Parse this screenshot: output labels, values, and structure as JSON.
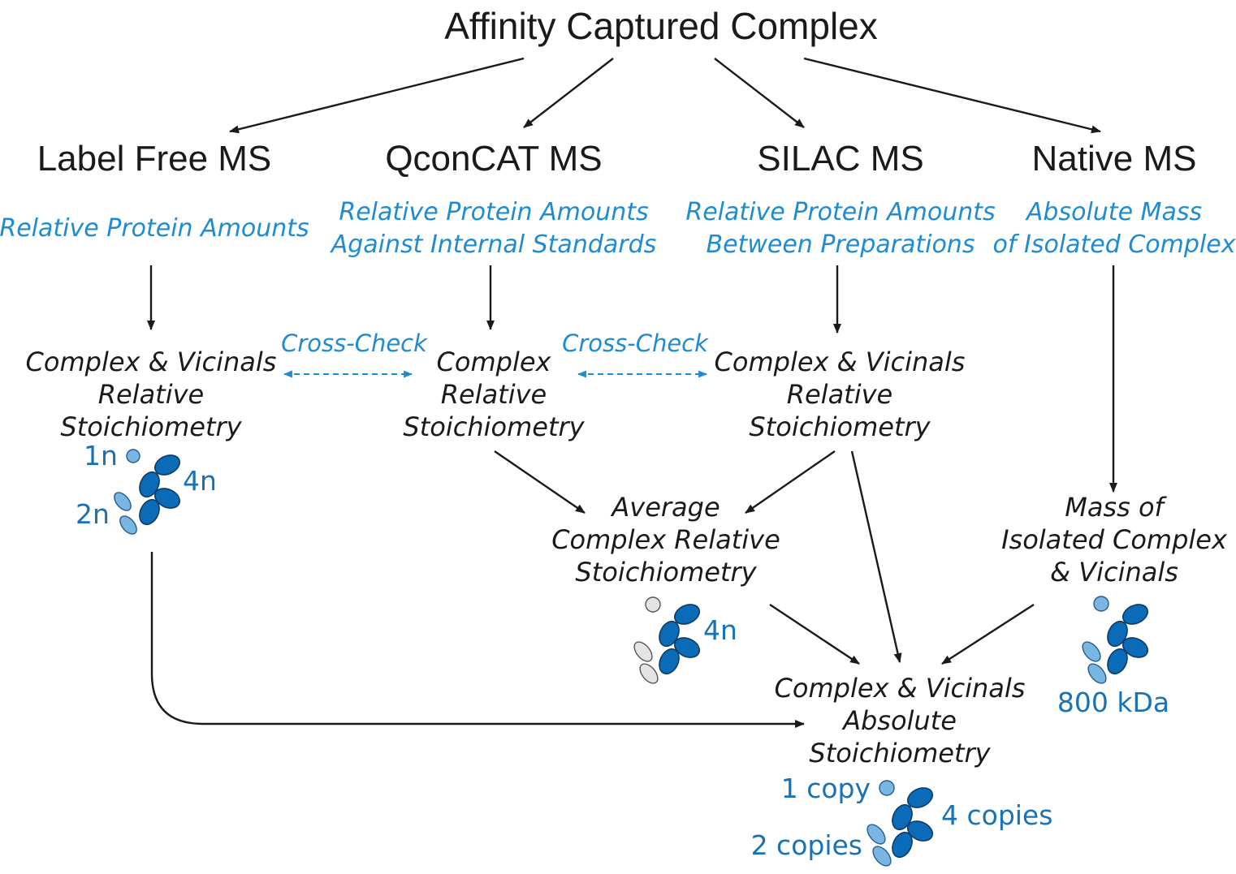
{
  "title": "Affinity Captured Complex",
  "methods": [
    {
      "name": "Label Free MS",
      "desc": [
        "Relative Protein Amounts"
      ]
    },
    {
      "name": "QconCAT MS",
      "desc": [
        "Relative Protein Amounts",
        "Against Internal Standards"
      ]
    },
    {
      "name": "SILAC MS",
      "desc": [
        "Relative Protein Amounts",
        "Between Preparations"
      ]
    },
    {
      "name": "Native MS",
      "desc": [
        "Absolute Mass",
        "of Isolated Complex"
      ]
    }
  ],
  "results": {
    "label_free": [
      "Complex & Vicinals",
      "Relative",
      "Stoichiometry"
    ],
    "qconcat": [
      "Complex",
      "Relative",
      "Stoichiometry"
    ],
    "silac": [
      "Complex & Vicinals",
      "Relative",
      "Stoichiometry"
    ],
    "native": [
      "Mass of",
      "Isolated Complex",
      "& Vicinals"
    ],
    "average": [
      "Average",
      "Complex Relative",
      "Stoichiometry"
    ],
    "absolute": [
      "Complex & Vicinals",
      "Absolute",
      "Stoichiometry"
    ]
  },
  "cross_check": "Cross-Check",
  "counts": {
    "label_free_small": "1n",
    "label_free_large": "4n",
    "label_free_medium": "2n",
    "average_large": "4n",
    "native_mass": "800 kDa",
    "absolute_small": "1 copy",
    "absolute_large": "4 copies",
    "absolute_medium": "2 copies"
  },
  "colors": {
    "text": "#1a1a1a",
    "accent_blue": "#1e8bd2",
    "dark_subunit": "#0a6cb8",
    "light_subunit": "#7ab6e2",
    "grey_subunit": "#e4e4e4"
  }
}
